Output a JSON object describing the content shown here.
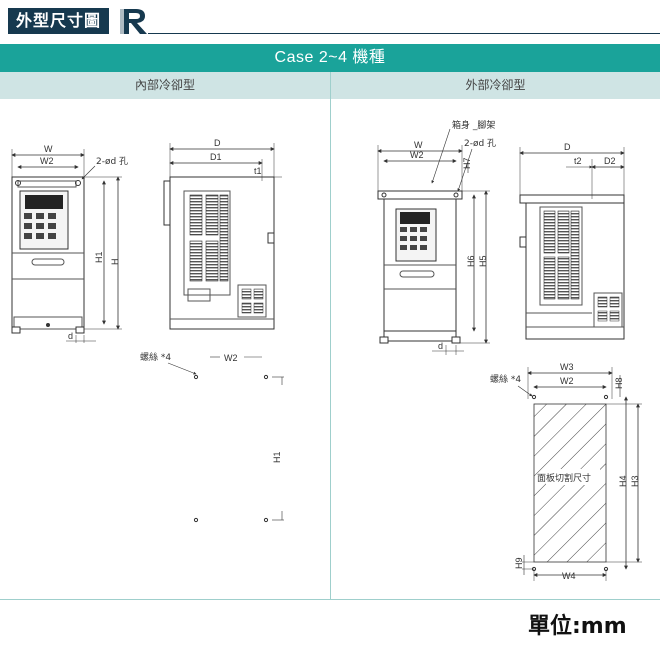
{
  "header": {
    "title": "外型尺寸圖"
  },
  "band": {
    "title": "Case 2~4  機種"
  },
  "left_panel": {
    "heading": "內部冷卻型",
    "front": {
      "w": "W",
      "w2": "W2",
      "hole": "2-ød 孔",
      "h1": "H1",
      "h": "H",
      "d": "d"
    },
    "side": {
      "d": "D",
      "d1": "D1",
      "t1": "t1"
    },
    "mount": {
      "screw": "螺絲 *4",
      "w2": "W2",
      "h1": "H1"
    }
  },
  "right_panel": {
    "heading": "外部冷卻型",
    "front": {
      "bracket": "箱身 _腳架",
      "w": "W",
      "w2": "W2",
      "hole": "2-ød 孔",
      "h7": "H7",
      "h6": "H6",
      "h5": "H5",
      "d": "d"
    },
    "side": {
      "d": "D",
      "t2": "t2",
      "d2": "D2"
    },
    "cutout": {
      "screw": "螺絲 *4",
      "w3": "W3",
      "w2": "W2",
      "h8": "H8",
      "label": "面板切割尺寸",
      "h4": "H4",
      "h3": "H3",
      "h9": "H9",
      "w4": "W4"
    }
  },
  "footer": {
    "units": "單位:mm"
  },
  "colors": {
    "header_bg": "#16394f",
    "band": "#1aa39a",
    "subheading": "#cfe4e4"
  }
}
